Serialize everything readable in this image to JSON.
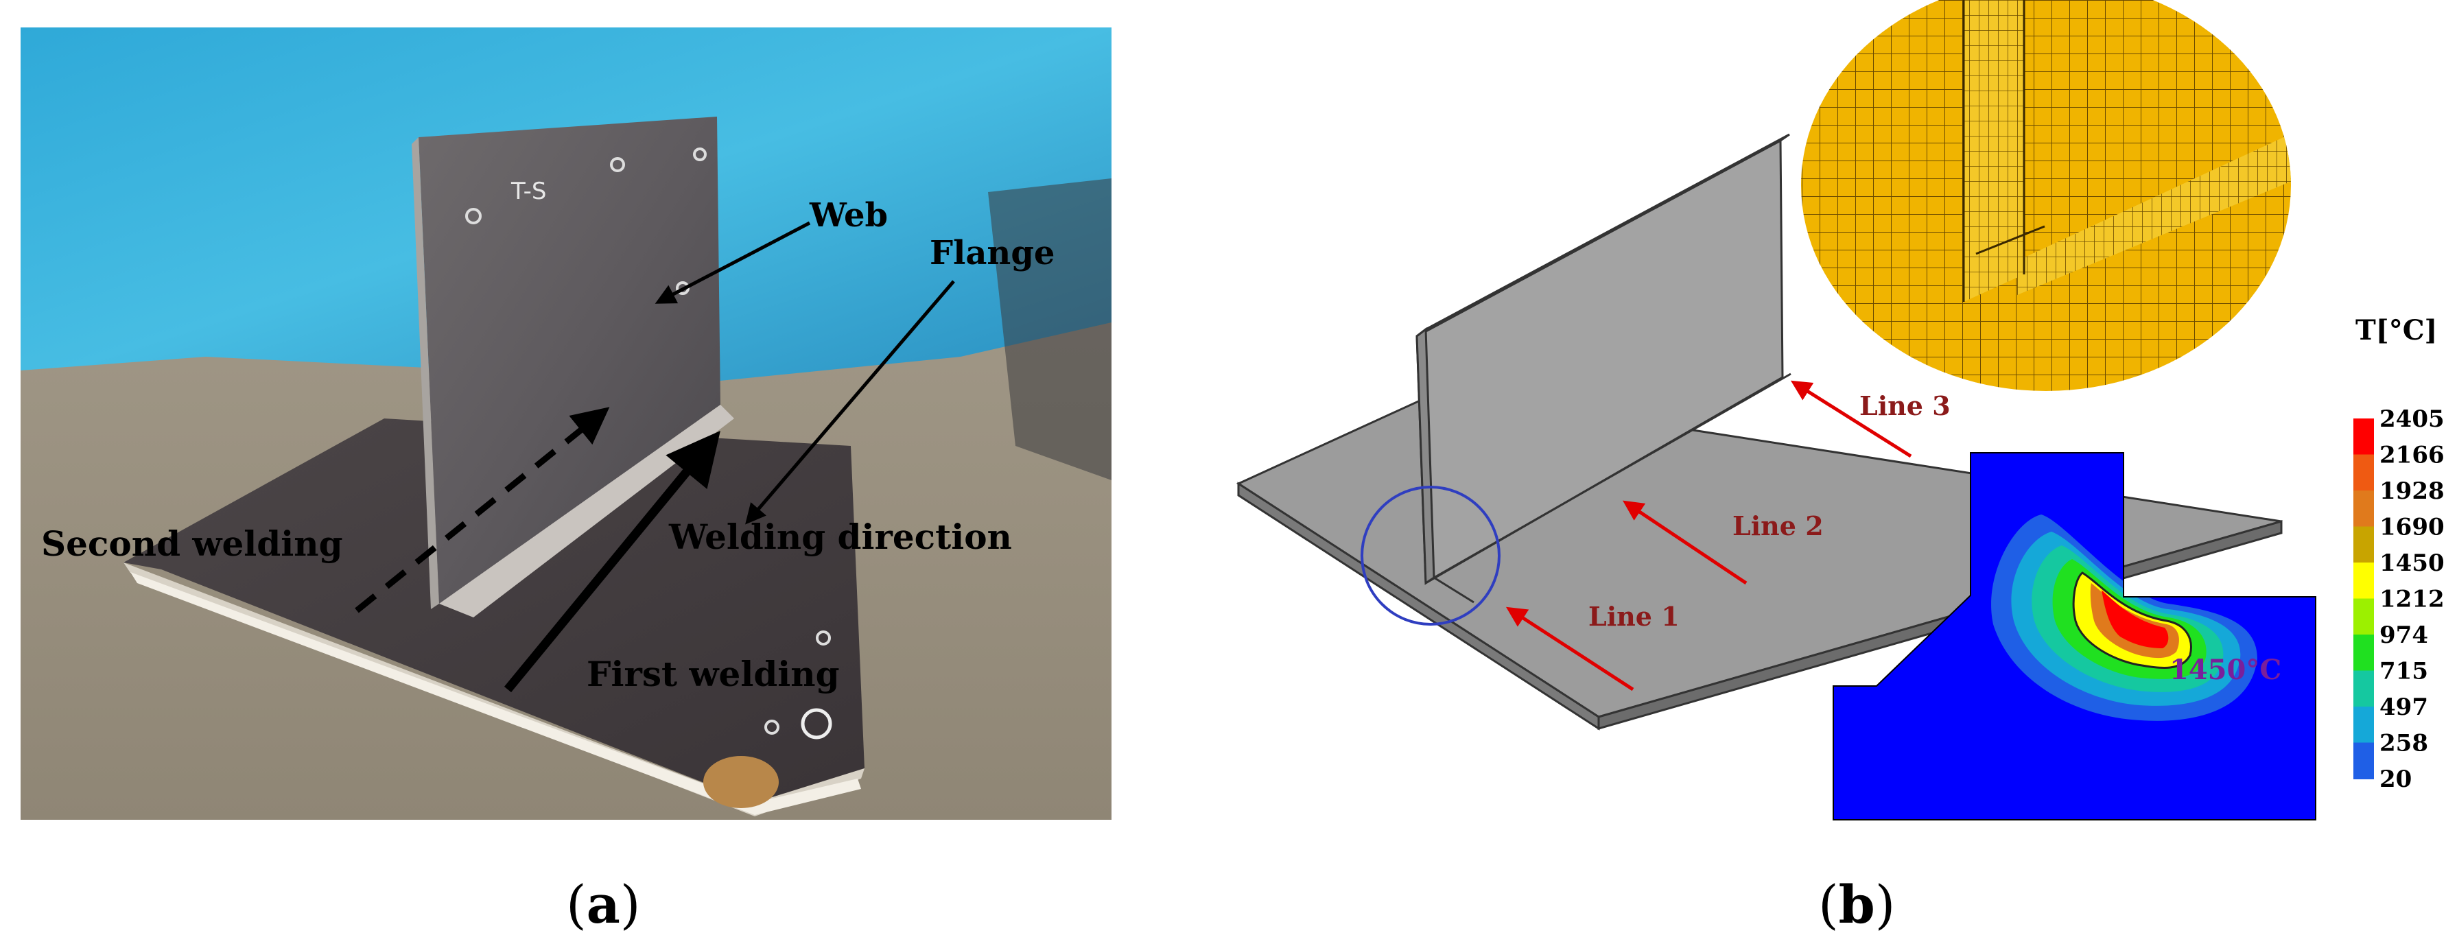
{
  "panel_a": {
    "caption_open": "(",
    "caption_letter": "a",
    "caption_close": ")",
    "labels": {
      "web": "Web",
      "flange": "Flange",
      "second_welding": "Second welding",
      "welding_direction": "Welding direction",
      "first_welding": "First welding"
    },
    "plate_marking": "T-S"
  },
  "panel_b": {
    "caption_open": "(",
    "caption_letter": "b",
    "caption_close": ")",
    "lines": [
      "Line 1",
      "Line 2",
      "Line 3"
    ],
    "isotherm_label": "1450°C",
    "legend": {
      "title": "T[°C]",
      "ticks": [
        "2405",
        "2166",
        "1928",
        "1690",
        "1450",
        "1212",
        "974",
        "715",
        "497",
        "258",
        "20"
      ],
      "colors": [
        "#ff0000",
        "#ef5a12",
        "#e07a1c",
        "#c8a400",
        "#ffff00",
        "#9cf000",
        "#20e020",
        "#15c8a0",
        "#15a8d8",
        "#1f5fe6",
        "#0000ff"
      ]
    }
  },
  "colors": {
    "label_red": "#8b1a1a",
    "arrow_red": "#e00000",
    "isotherm_purple": "#7a1f9b",
    "circle_blue": "#2f3ec0",
    "mesh_orange": "#f0b400",
    "steel_gray": "#9a9a9a"
  }
}
